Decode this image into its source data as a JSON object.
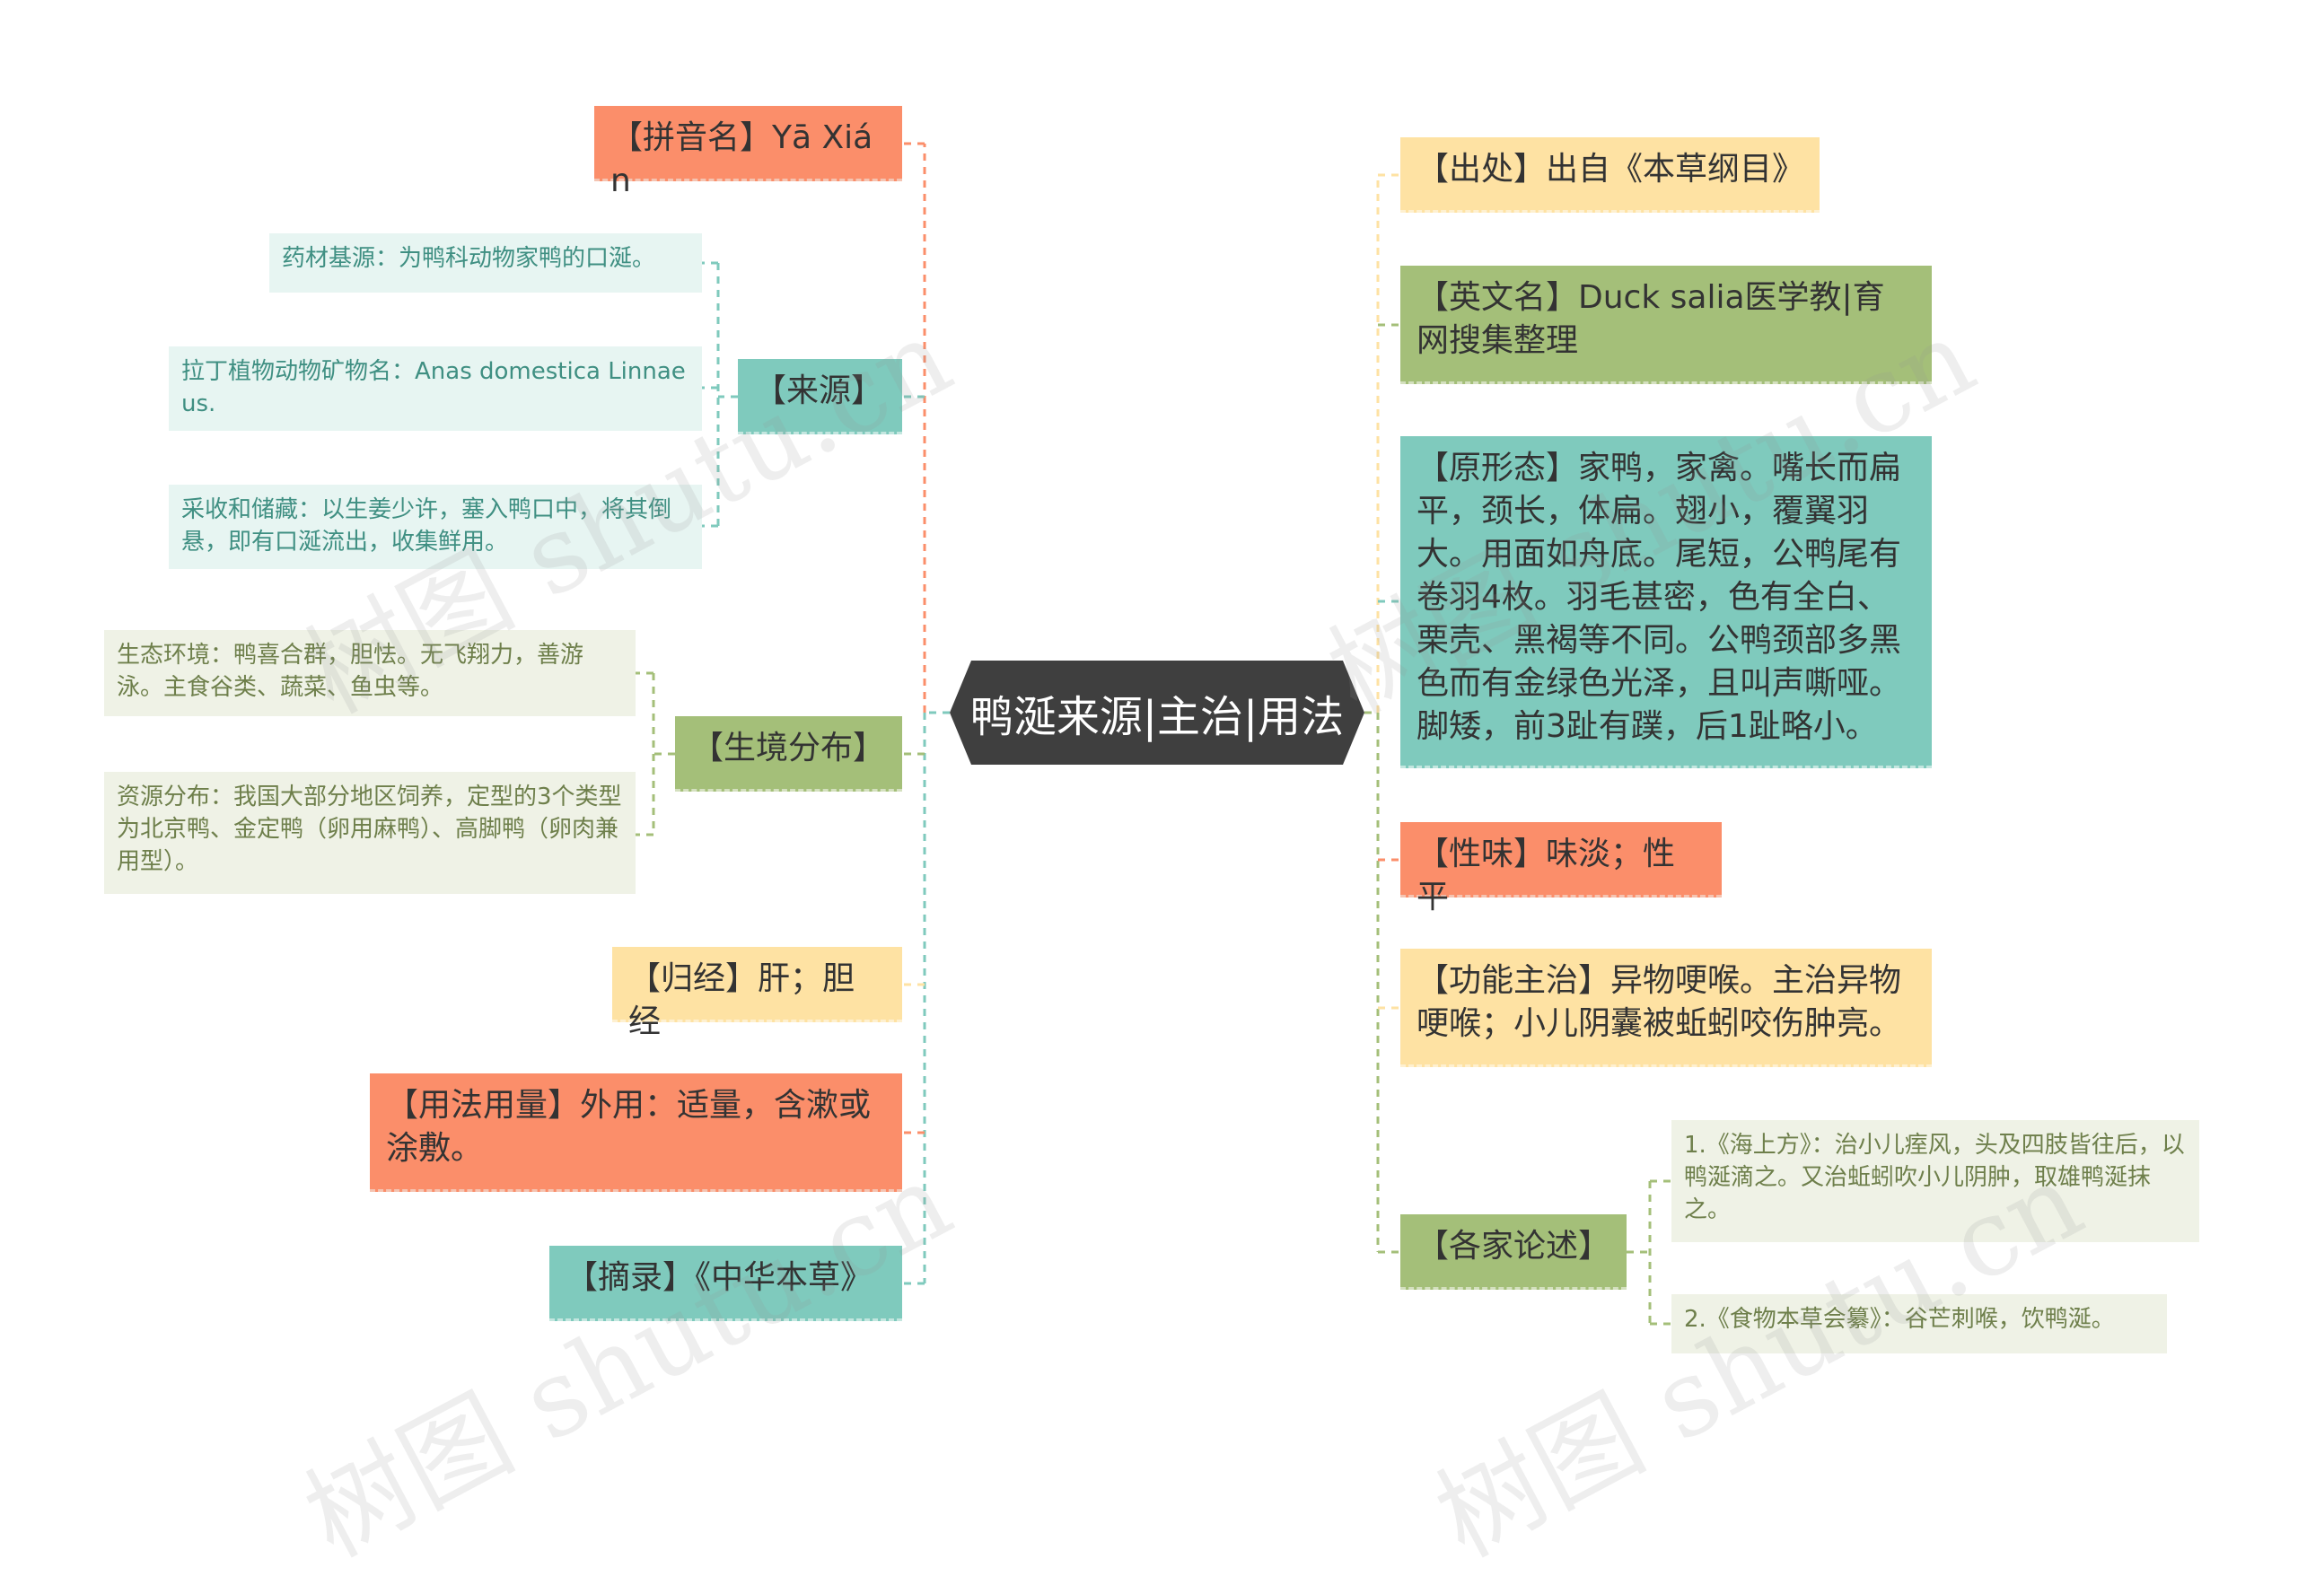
{
  "center": {
    "title": "鸭涎来源|主治|用法"
  },
  "left": {
    "pinyin": "【拼音名】Yā Xián",
    "source": {
      "label": "【来源】",
      "items": [
        "药材基源：为鸭科动物家鸭的口涎。",
        "拉丁植物动物矿物名：Anas domestica Linnaeus.",
        "采收和储藏：以生姜少许，塞入鸭口中，将其倒悬，即有口涎流出，收集鲜用。"
      ]
    },
    "habitat": {
      "label": "【生境分布】",
      "items": [
        "生态环境：鸭喜合群，胆怯。无飞翔力，善游泳。主食谷类、蔬菜、鱼虫等。",
        "资源分布：我国大部分地区饲养，定型的3个类型为北京鸭、金定鸭（卵用麻鸭）、高脚鸭（卵肉兼用型）。"
      ]
    },
    "meridian": "【归经】肝；胆经",
    "usage": "【用法用量】外用：适量，含漱或涂敷。",
    "excerpt": "【摘录】《中华本草》"
  },
  "right": {
    "origin": "【出处】出自《本草纲目》",
    "english": "【英文名】Duck salia医学教|育网搜集整理",
    "form": "【原形态】家鸭，家禽。嘴长而扁平，颈长，体扁。翅小，覆翼羽大。用面如舟底。尾短，公鸭尾有卷羽4枚。羽毛甚密，色有全白、栗壳、黑褐等不同。公鸭颈部多黑色而有金绿色光泽，且叫声嘶哑。脚矮，前3趾有蹼，后1趾略小。",
    "taste": "【性味】味淡；性平",
    "function": "【功能主治】异物哽喉。主治异物哽喉；小儿阴囊被蚯蚓咬伤肿亮。",
    "discussion": {
      "label": "【各家论述】",
      "items": [
        "1.《海上方》：治小儿痓风，头及四肢皆往后，以鸭涎滴之。又治蚯蚓吹小儿阴肿，取雄鸭涎抹之。",
        "2.《食物本草会纂》：谷芒刺喉，饮鸭涎。"
      ]
    }
  },
  "watermark": {
    "text": "树图 shutu.cn"
  },
  "colors": {
    "orange": "#fb8e6a",
    "teal": "#7fcabd",
    "olive": "#a4bf79",
    "cream": "#fee2a3",
    "center": "#3f3f3f"
  }
}
